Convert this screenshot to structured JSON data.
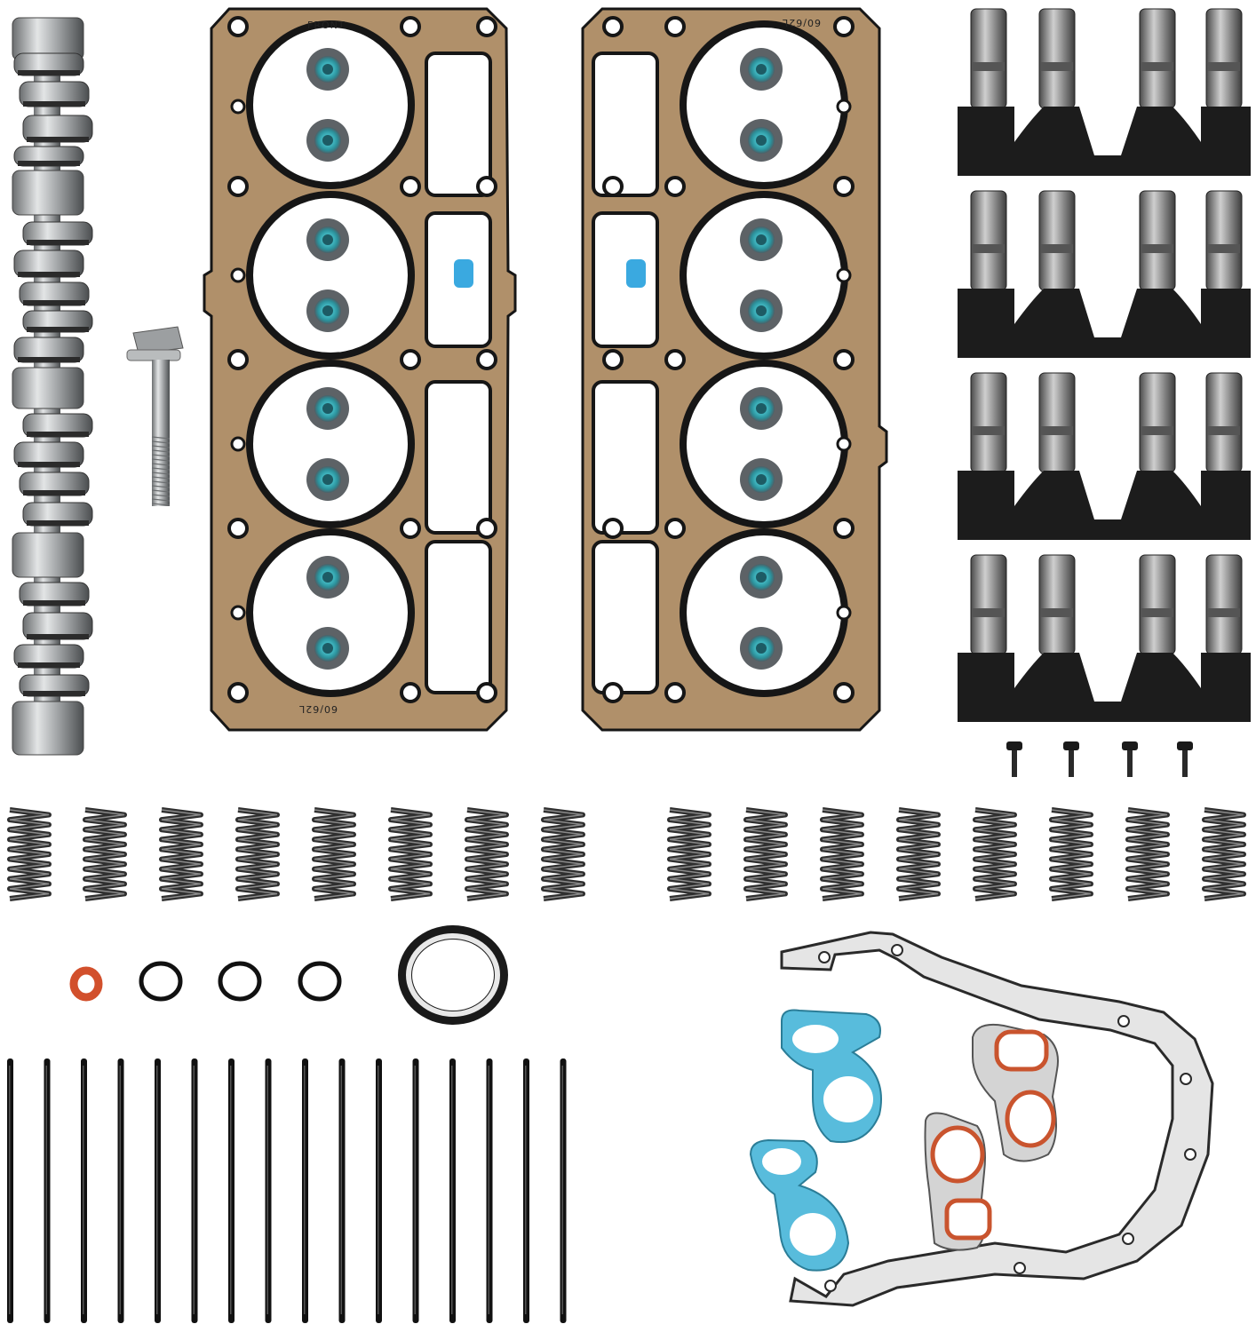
{
  "gasket_left": {
    "label_top": "FRONT",
    "label_bottom": "60/62L"
  },
  "gasket_right": {
    "label_top": "60/62L"
  },
  "colors": {
    "cam_steel": "#b9bcbd",
    "gasket_bronze": "#b0906a",
    "gasket_black": "#161616",
    "seal_teal": "#37a8b2",
    "lifter_tray": "#1c1c1c",
    "spring": "#3a3a3a",
    "pushrod": "#111111",
    "oring_orange": "#d2502c",
    "blue_gasket": "#4fb6d6",
    "steel_gasket": "#d9d9d9",
    "red_ring": "#c9542e"
  }
}
